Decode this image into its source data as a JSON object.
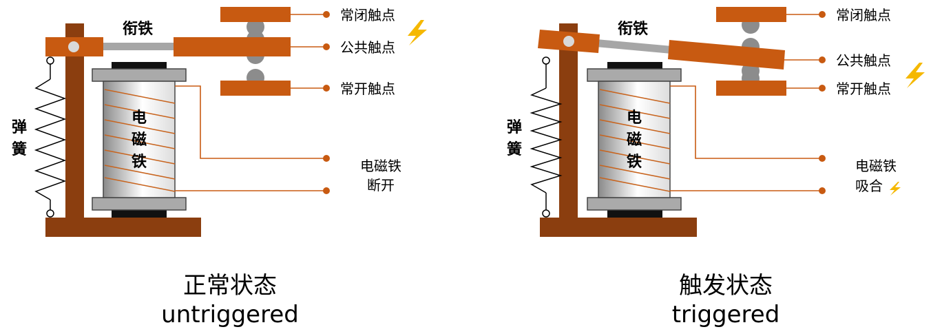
{
  "colors": {
    "brown": "#8b3e0f",
    "orange": "#c85a11",
    "gray": "#8c8c8c",
    "coil": "#c8641e",
    "lightning": "#f5b800"
  },
  "panels": [
    {
      "state": "untriggered",
      "armature_label": "衔铁",
      "spring_label": "弹簧",
      "magnet_label": "电磁铁",
      "nc_label": "常闭触点",
      "com_label": "公共触点",
      "no_label": "常开触点",
      "status_line1": "电磁铁",
      "status_line2": "断开",
      "caption_cn": "正常状态",
      "caption_en": "untriggered",
      "lightning_icon": "lightning-icon"
    },
    {
      "state": "triggered",
      "armature_label": "衔铁",
      "spring_label": "弹簧",
      "magnet_label": "电磁铁",
      "nc_label": "常闭触点",
      "com_label": "公共触点",
      "no_label": "常开触点",
      "status_line1": "电磁铁",
      "status_line2": "吸合",
      "caption_cn": "触发状态",
      "caption_en": "triggered",
      "lightning_icon": "lightning-icon"
    }
  ]
}
